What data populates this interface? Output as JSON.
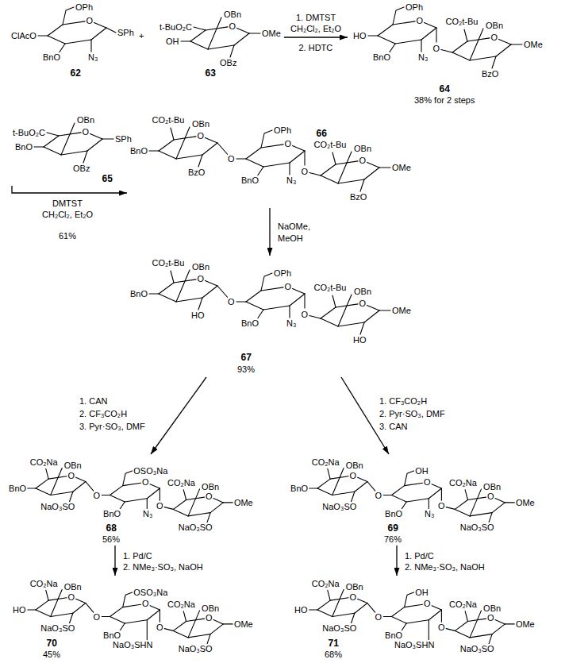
{
  "diagram": {
    "nodes": [
      {
        "text": [
          "62"
        ]
      },
      {
        "text": [
          "63"
        ]
      },
      {
        "text": [
          "64",
          "38% for 2 steps"
        ]
      },
      {
        "text": [
          "65"
        ]
      },
      {
        "text": [
          "66"
        ]
      },
      {
        "text": [
          "67",
          "93%"
        ]
      },
      {
        "text": [
          "68",
          "56%"
        ]
      },
      {
        "text": [
          "69",
          "76%"
        ]
      },
      {
        "text": [
          "70",
          "45%"
        ]
      },
      {
        "text": [
          "71",
          "68%"
        ]
      }
    ],
    "edges": [
      {
        "from": 1,
        "to": 2,
        "arrow": "to"
      },
      {
        "from": 3,
        "to": 4,
        "arrow": "to"
      },
      {
        "from": 4,
        "to": 5,
        "arrow": "to"
      },
      {
        "from": 5,
        "to": 6,
        "arrow": "to"
      },
      {
        "from": 5,
        "to": 7,
        "arrow": "to"
      },
      {
        "from": 6,
        "to": 8,
        "arrow": "to"
      },
      {
        "from": 7,
        "to": 9,
        "arrow": "to"
      }
    ],
    "labels": [
      "OPh",
      "ClAcO",
      "BnO",
      "O",
      "N₃",
      "SPh",
      "+",
      "t-BuO₂C",
      "OBn",
      "OH",
      "O",
      "OBz",
      "OMe",
      "1. DMTST",
      "CH₂Cl₂, Et₂O",
      "2. HDTC",
      "HO",
      "OPh",
      "BnO",
      "O",
      "N₃",
      "O",
      "CO₂t-Bu",
      "OBn",
      "O",
      "OMe",
      "BzO",
      "t-BuO₂C",
      "OBn",
      "BnO",
      "O",
      "SPh",
      "OBz",
      "DMTST",
      "CH₂Cl₂, Et₂O",
      "61%",
      "CO₂t-Bu",
      "OBn",
      "BnO",
      "O",
      "BzO",
      "O",
      "OPh",
      "BnO",
      "O",
      "N₃",
      "O",
      "CO₂t-Bu",
      "OBn",
      "O",
      "OMe",
      "BzO",
      "NaOMe,",
      "MeOH",
      "CO₂t-Bu",
      "OBn",
      "BnO",
      "O",
      "HO",
      "O",
      "OPh",
      "BnO",
      "O",
      "N₃",
      "O",
      "CO₂t-Bu",
      "OBn",
      "O",
      "OMe",
      "HO",
      "1. CAN",
      "2. CF₃CO₂H",
      "3. Pyr·SO₃, DMF",
      "1. CF₃CO₂H",
      "2. Pyr·SO₃, DMF",
      "3. CAN",
      "CO₂Na",
      "OBn",
      "BnO",
      "O",
      "NaO₃SO",
      "O",
      "OSO₃Na",
      "BnO",
      "O",
      "N₃",
      "O",
      "CO₂Na",
      "OBn",
      "O",
      "OMe",
      "NaO₃SO",
      "CO₂Na",
      "OBn",
      "BnO",
      "O",
      "NaO₃SO",
      "O",
      "OH",
      "BnO",
      "O",
      "N₃",
      "O",
      "CO₂Na",
      "OBn",
      "O",
      "OMe",
      "NaO₃SO",
      "1. Pd/C",
      "2. NMe₃·SO₃, NaOH",
      "1. Pd/C",
      "2. NMe₃·SO₃, NaOH",
      "CO₂Na",
      "OBn",
      "HO",
      "O",
      "NaO₃SO",
      "O",
      "OSO₃Na",
      "BnO",
      "O",
      "NaO₃SHN",
      "O",
      "CO₂Na",
      "OBn",
      "O",
      "OMe",
      "NaO₃SO",
      "CO₂Na",
      "OBn",
      "HO",
      "O",
      "NaO₃SO",
      "O",
      "OH",
      "BnO",
      "O",
      "NaO₃SHN",
      "O",
      "CO₂Na",
      "OBn",
      "O",
      "OMe",
      "NaO₃SO"
    ]
  }
}
